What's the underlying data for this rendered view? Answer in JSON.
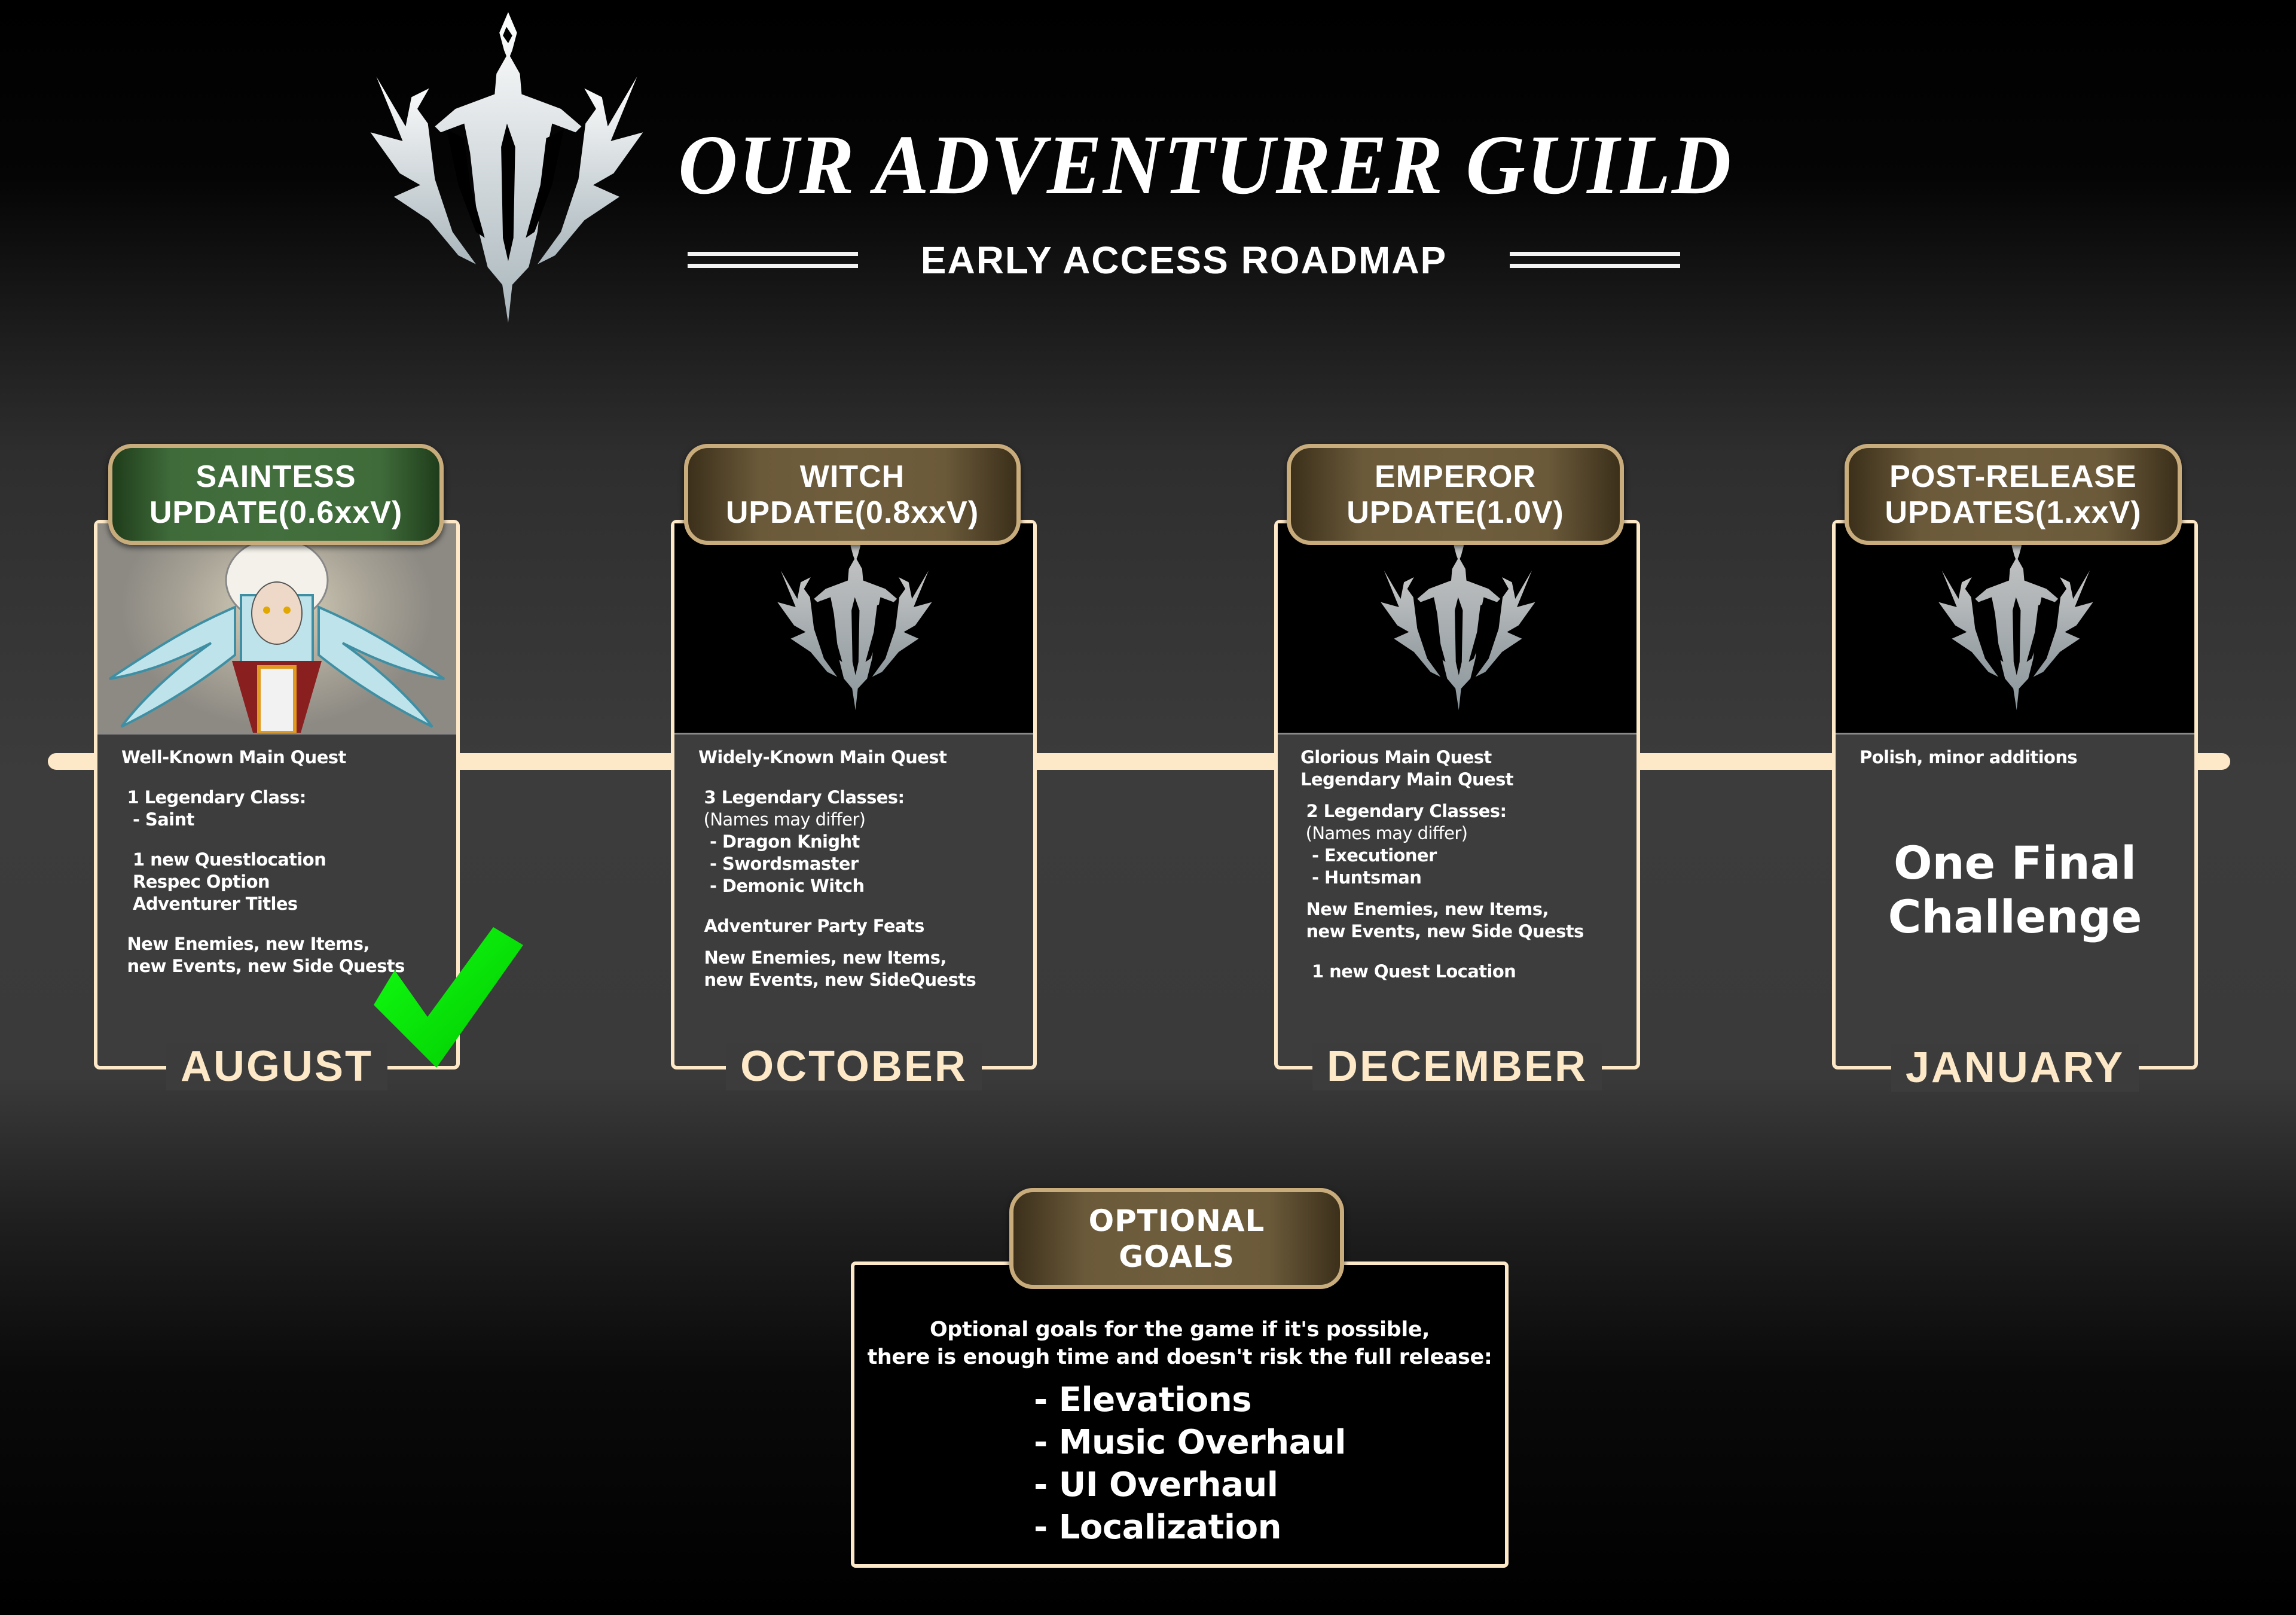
{
  "header": {
    "logo_icon": "guild-crest-icon",
    "title": "OUR ADVENTURER GUILD",
    "subtitle": "EARLY ACCESS ROADMAP"
  },
  "colors": {
    "frame": "#fde8c8",
    "badge_gold": "#6f5e3d",
    "badge_green": "#436e3d",
    "badge_border": "#c9ac7c",
    "card_bg": "#3d3d3d",
    "check_green": "#00e600"
  },
  "milestones": [
    {
      "badge_line1": "SAINTESS",
      "badge_line2": "UPDATE(0.6xxV)",
      "badge_style": "green",
      "image": "saintess-character-art",
      "month": "AUGUST",
      "completed": true,
      "status_icon": "checkmark-icon",
      "lines": [
        "Well-Known Main Quest",
        "",
        " 1 Legendary Class:",
        "  - Saint",
        "",
        "  1 new Questlocation",
        "  Respec Option",
        "  Adventurer Titles",
        "",
        " New Enemies, new Items,",
        " new Events, new Side Quests"
      ]
    },
    {
      "badge_line1": "WITCH",
      "badge_line2": "UPDATE(0.8xxV)",
      "badge_style": "gold",
      "image": "guild-crest-icon",
      "month": "OCTOBER",
      "completed": false,
      "lines": [
        "Widely-Known Main Quest",
        "",
        " 3 Legendary Classes:",
        " (Names may differ)",
        "  - Dragon Knight",
        "  - Swordsmaster",
        "  - Demonic Witch",
        "",
        " Adventurer Party Feats",
        "",
        " New Enemies, new Items,",
        " new Events, new SideQuests"
      ]
    },
    {
      "badge_line1": "EMPEROR",
      "badge_line2": "UPDATE(1.0V)",
      "badge_style": "gold",
      "image": "guild-crest-icon",
      "month": "DECEMBER",
      "completed": false,
      "lines": [
        "Glorious Main Quest",
        "Legendary Main Quest",
        "",
        " 2 Legendary Classes:",
        " (Names may differ)",
        "  - Executioner",
        "  - Huntsman",
        "",
        " New Enemies, new Items,",
        " new Events, new Side Quests",
        "",
        "  1 new Quest Location"
      ]
    },
    {
      "badge_line1": "POST-RELEASE",
      "badge_line2": "UPDATES(1.xxV)",
      "badge_style": "gold",
      "image": "guild-crest-icon",
      "month": "JANUARY",
      "completed": false,
      "lines": [
        "Polish, minor additions"
      ],
      "highlight_line1": "One Final",
      "highlight_line2": "Challenge"
    }
  ],
  "optional_goals": {
    "badge_line1": "OPTIONAL",
    "badge_line2": "GOALS",
    "description_line1": "Optional goals for the game if it's possible,",
    "description_line2": "there is enough time and doesn't risk the full release:",
    "items": [
      "- Elevations",
      "- Music Overhaul",
      "- UI Overhaul",
      "- Localization"
    ]
  }
}
